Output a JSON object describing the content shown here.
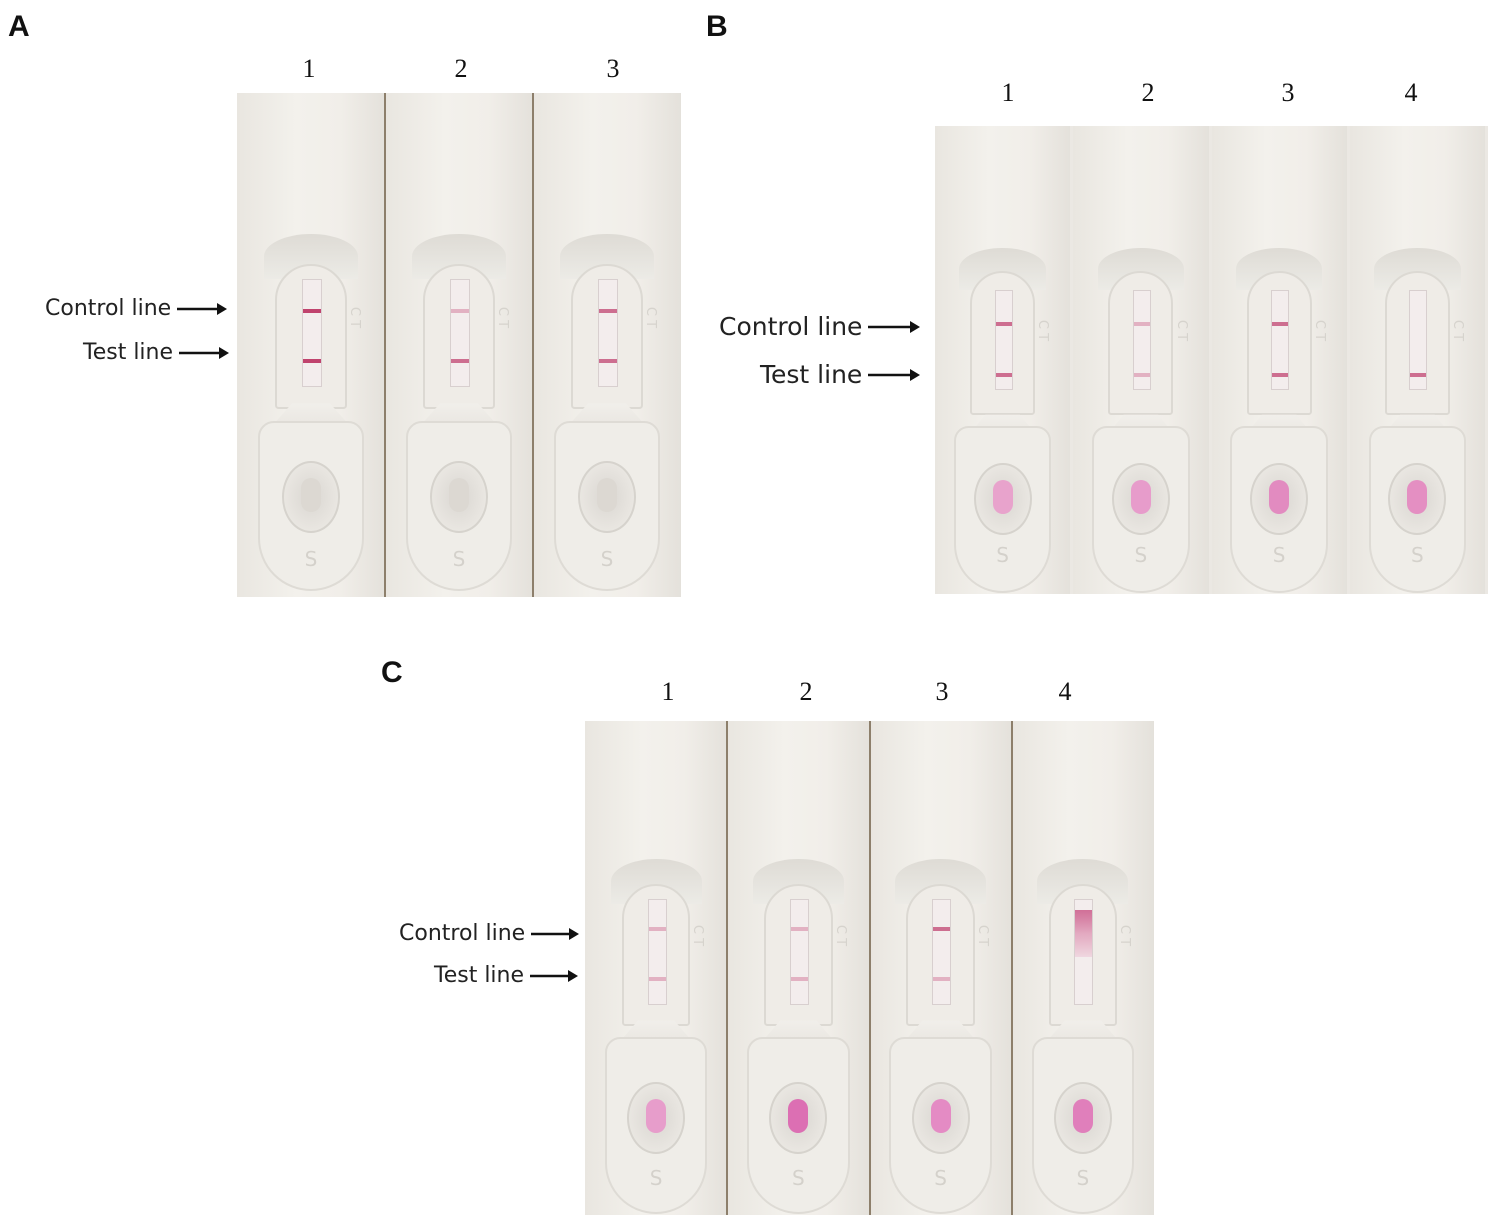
{
  "panels": [
    {
      "letter": "A",
      "lanes": [
        "1",
        "2",
        "3"
      ],
      "control_label": "Control line",
      "test_label": "Test line",
      "strips": [
        {
          "control_band": "strong",
          "test_band": "strong",
          "sample_color": "#dcd8d2"
        },
        {
          "control_band": "faint",
          "test_band": "medium",
          "sample_color": "#dcd8d2"
        },
        {
          "control_band": "medium",
          "test_band": "medium",
          "sample_color": "#dcd8d2"
        }
      ]
    },
    {
      "letter": "B",
      "lanes": [
        "1",
        "2",
        "3",
        "4"
      ],
      "control_label": "Control line",
      "test_label": "Test line",
      "strips": [
        {
          "control_band": "medium",
          "test_band": "medium",
          "sample_color": "#e8a3cc"
        },
        {
          "control_band": "faint",
          "test_band": "faint",
          "sample_color": "#e79ccb"
        },
        {
          "control_band": "medium",
          "test_band": "medium",
          "sample_color": "#e28bc0"
        },
        {
          "control_band": "none",
          "test_band": "medium",
          "sample_color": "#e48fc2"
        }
      ]
    },
    {
      "letter": "C",
      "lanes": [
        "1",
        "2",
        "3",
        "4"
      ],
      "control_label": "Control line",
      "test_label": "Test line",
      "strips": [
        {
          "control_band": "faint",
          "test_band": "faint",
          "sample_color": "#e79dcb"
        },
        {
          "control_band": "faint",
          "test_band": "faint",
          "sample_color": "#dc6fb3"
        },
        {
          "control_band": "medium",
          "test_band": "faint",
          "sample_color": "#e48bc4"
        },
        {
          "control_band": "smear",
          "test_band": "smear",
          "sample_color": "#e07fbb"
        }
      ]
    }
  ],
  "colors": {
    "band_strong": "#c0436e",
    "band_medium": "#cd6e90",
    "band_faint": "#e2b1c2",
    "arrow": "#111111"
  }
}
